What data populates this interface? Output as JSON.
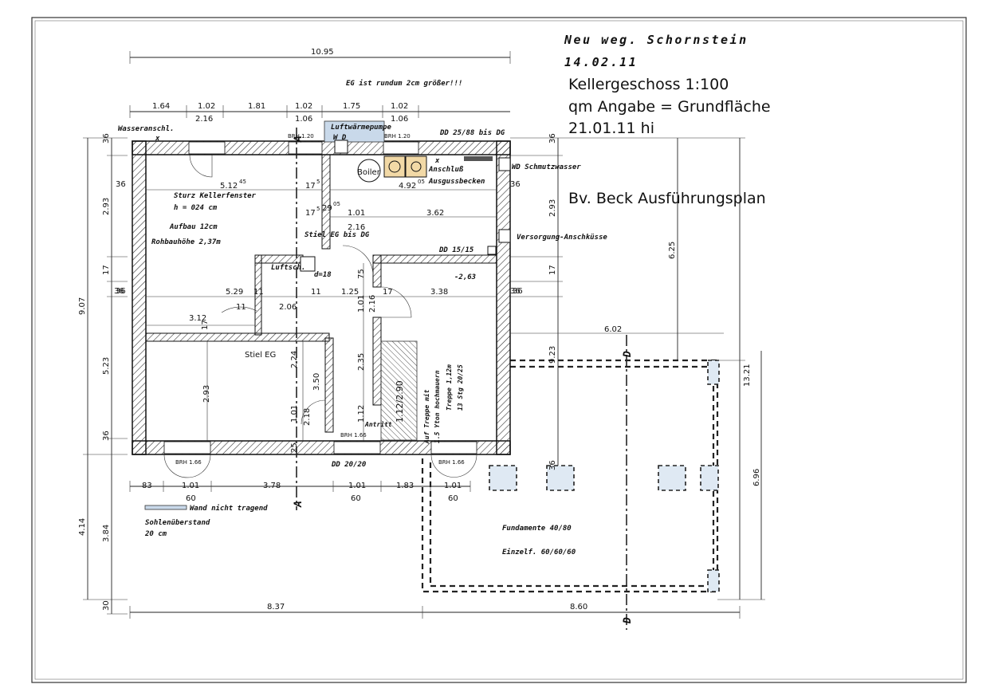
{
  "header": {
    "line1": "Neu weg. Schornstein",
    "line2": "14.02.11",
    "line3": "Kellergeschoss 1:100",
    "line4": "qm Angabe = Grundfläche",
    "line5": "21.01.11 hi",
    "project": "Bv. Beck Ausführungsplan",
    "note_top": "EG ist rundum 2cm größer!!!"
  },
  "dims_top": {
    "overall": "10.95",
    "row1": [
      "1.64",
      "1.02",
      "1.81",
      "1.02",
      "1.75",
      "1.02"
    ],
    "row2": [
      "2.16",
      "1.06",
      "1.06"
    ]
  },
  "dims_left": [
    "36",
    "2.93",
    "17",
    "36",
    "5.23",
    "36",
    "3.84",
    "30",
    "9.07",
    "4.14"
  ],
  "dims_right": [
    "36",
    "2.93",
    "17",
    "36",
    "6.25",
    "13.21",
    "6.96"
  ],
  "dims_bottom": {
    "row1": [
      "83",
      "1.01",
      "3.78",
      "1.01",
      "1.83",
      "1.01"
    ],
    "row2": [
      "60",
      "60",
      "60"
    ],
    "overall": [
      "8.37",
      "8.60"
    ]
  },
  "rooms": {
    "wasseranschl": "Wasseranschl.",
    "luftwaerme": "Luftwärmepumpe",
    "wd1": "W D",
    "dd_top": "DD 25/88 bis DG",
    "boiler": "Boiler",
    "anschluss": "Anschluß",
    "ausguss": "Ausgussbecken",
    "wd_schmutz": "WD Schmutzwasser",
    "versorgung": "Versorgung-Anschküsse",
    "dd15": "DD 15/15",
    "brh_120a": "BRH 1.20",
    "brh_120b": "BRH 1.20",
    "sturz": "Sturz Kellerfenster",
    "sturz_h": "h = 024 cm",
    "aufbau": "Aufbau 12cm",
    "rohbau": "Rohbauhöhe 2,37m",
    "stiel_eg_dg": "Stiel EG bis DG",
    "luftsch": "Luftsch.",
    "d18": "d=18",
    "level": "-2,63",
    "stiel_eg": "Stiel EG",
    "treppe1": "Auf Treppe mit",
    "treppe2": "1.5 Yton hochmauern",
    "treppe3": "Treppe 1,12m",
    "treppe4": "13 Stg 20/25",
    "antritt": "Antritt",
    "brh_166a": "BRH 1.66",
    "brh_166b": "BRH 1.66",
    "brh_166c": "BRH 1.66",
    "dd20": "DD 20/20",
    "stair_dim": "1.12/2.90",
    "wand": "Wand nicht tragend",
    "sohlen1": "Sohlenüberstand",
    "sohlen2": "20 cm",
    "fundamente": "Fundamente 40/80",
    "einzelf": "Einzelf. 60/60/60",
    "section_a": "A",
    "section_d": "D"
  },
  "inner_dims": {
    "d512": "5.12",
    "d512s": "45",
    "d492": "4.92",
    "d492s": "05",
    "d175a": "17",
    "d175b": "17",
    "d29": "29",
    "d29s": "05",
    "d101": "1.01",
    "d216": "2.16",
    "d362": "3.62",
    "d365a": "36",
    "d365b": "36",
    "d529": "5.29",
    "d115a": "11",
    "d115b": "11",
    "d115c": "11",
    "d125": "1.25",
    "d175c": "17",
    "d338": "3.38",
    "d206": "2.06",
    "d312": "3.12",
    "d17d": "17",
    "d75": "75",
    "d101b": "1.01",
    "d216b": "2.16",
    "d224": "2.24",
    "d350": "3.50",
    "d293": "2.93",
    "d235": "2.35",
    "d112": "1.12",
    "d101c": "1.01",
    "d218": "2.18",
    "d602": "6.02",
    "d923": "9.23",
    "d25": "25",
    "d365c": "36",
    "d365d": "36",
    "d365e": "36",
    "sup5": "5"
  }
}
